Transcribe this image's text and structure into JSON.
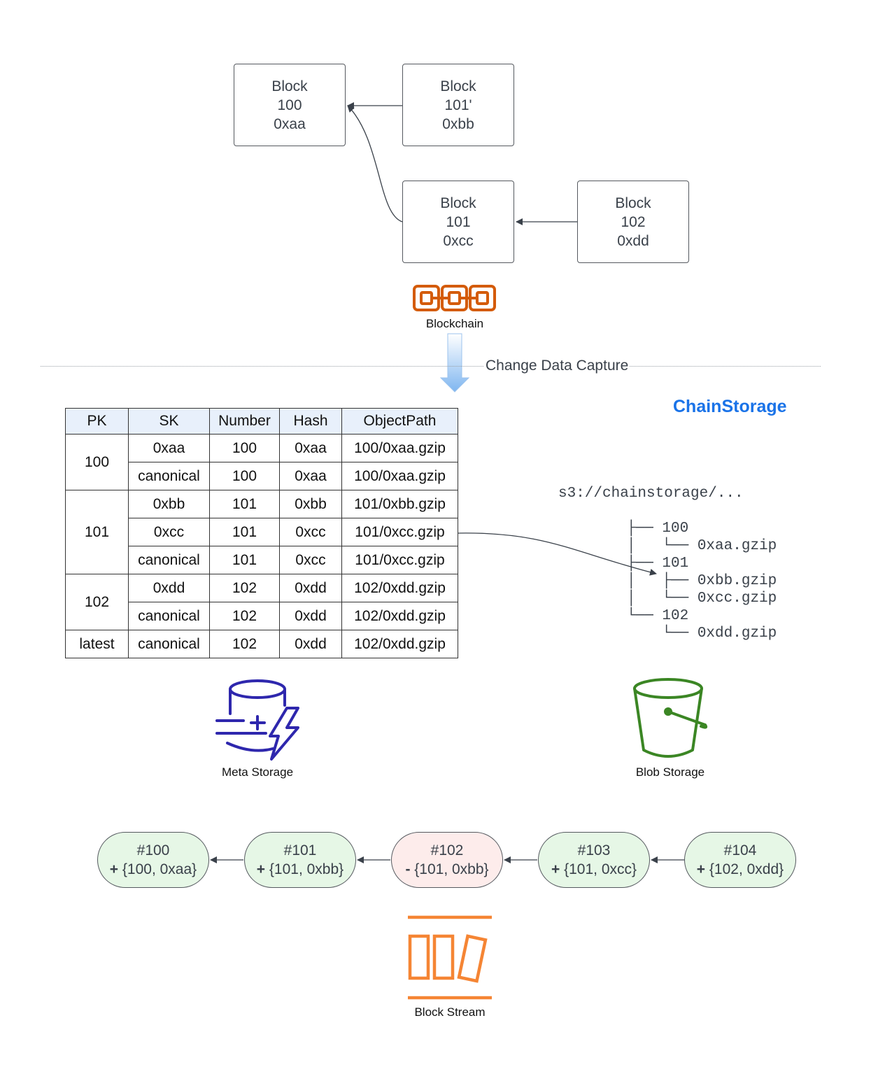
{
  "blocks": [
    {
      "title": "Block",
      "number": "100",
      "hash": "0xaa"
    },
    {
      "title": "Block",
      "number": "101'",
      "hash": "0xbb"
    },
    {
      "title": "Block",
      "number": "101",
      "hash": "0xcc"
    },
    {
      "title": "Block",
      "number": "102",
      "hash": "0xdd"
    }
  ],
  "blockchain_label": "Blockchain",
  "cdc_label": "Change Data Capture",
  "chainstorage_title": "ChainStorage",
  "table": {
    "headers": [
      "PK",
      "SK",
      "Number",
      "Hash",
      "ObjectPath"
    ],
    "groups": [
      {
        "pk": "100",
        "rows": [
          [
            "0xaa",
            "100",
            "0xaa",
            "100/0xaa.gzip"
          ],
          [
            "canonical",
            "100",
            "0xaa",
            "100/0xaa.gzip"
          ]
        ]
      },
      {
        "pk": "101",
        "rows": [
          [
            "0xbb",
            "101",
            "0xbb",
            "101/0xbb.gzip"
          ],
          [
            "0xcc",
            "101",
            "0xcc",
            "101/0xcc.gzip"
          ],
          [
            "canonical",
            "101",
            "0xcc",
            "101/0xcc.gzip"
          ]
        ]
      },
      {
        "pk": "102",
        "rows": [
          [
            "0xdd",
            "102",
            "0xdd",
            "102/0xdd.gzip"
          ],
          [
            "canonical",
            "102",
            "0xdd",
            "102/0xdd.gzip"
          ]
        ]
      },
      {
        "pk": "latest",
        "rows": [
          [
            "canonical",
            "102",
            "0xdd",
            "102/0xdd.gzip"
          ]
        ]
      }
    ]
  },
  "s3": {
    "root": "s3://chainstorage/...",
    "dir_100": "100",
    "file_0xaa": "0xaa.gzip",
    "dir_101": "101",
    "file_0xbb": "0xbb.gzip",
    "file_0xcc": "0xcc.gzip",
    "dir_102": "102",
    "file_0xdd": "0xdd.gzip"
  },
  "meta_storage_label": "Meta Storage",
  "blob_storage_label": "Blob Storage",
  "stream": [
    {
      "seq": "#100",
      "op": "+",
      "payload": "{100, 0xaa}",
      "kind": "add"
    },
    {
      "seq": "#101",
      "op": "+",
      "payload": "{101, 0xbb}",
      "kind": "add"
    },
    {
      "seq": "#102",
      "op": "-",
      "payload": "{101, 0xbb}",
      "kind": "remove"
    },
    {
      "seq": "#103",
      "op": "+",
      "payload": "{101, 0xcc}",
      "kind": "add"
    },
    {
      "seq": "#104",
      "op": "+",
      "payload": "{102, 0xdd}",
      "kind": "add"
    }
  ],
  "block_stream_label": "Block Stream",
  "colors": {
    "blockchain_icon": "#d45b07",
    "meta_icon": "#2e27ad",
    "blob_icon": "#3b8624",
    "stream_icon": "#f58534",
    "title_blue": "#1a73e8",
    "pill_add": "#e6f7e6",
    "pill_remove": "#fdeceb"
  },
  "icons": [
    "blockchain-icon",
    "database-icon",
    "bucket-icon",
    "stream-icon",
    "down-arrow-icon"
  ]
}
